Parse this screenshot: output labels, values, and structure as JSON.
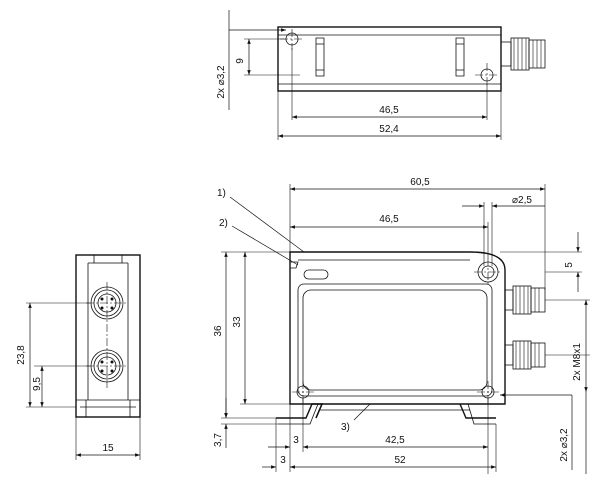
{
  "top_view": {
    "hole_dim": "2x ⌀3,2",
    "dim_9": "9",
    "dim_46_5": "46,5",
    "dim_52_4": "52,4"
  },
  "side_view": {
    "dim_23_8": "23,8",
    "dim_9_5": "9,5",
    "dim_15": "15"
  },
  "front_view": {
    "callout_1": "1)",
    "callout_2": "2)",
    "callout_3": "3)",
    "dim_60_5": "60,5",
    "dim_hole_2_5": "⌀2,5",
    "dim_46_5": "46,5",
    "dim_5": "5",
    "dim_36": "36",
    "dim_33": "33",
    "dim_connector": "2x M8x1",
    "dim_3_7": "3,7",
    "dim_3_a": "3",
    "dim_42_5": "42,5",
    "dim_3_b": "3",
    "dim_52": "52",
    "dim_hole_3_2": "2x ⌀3,2"
  }
}
